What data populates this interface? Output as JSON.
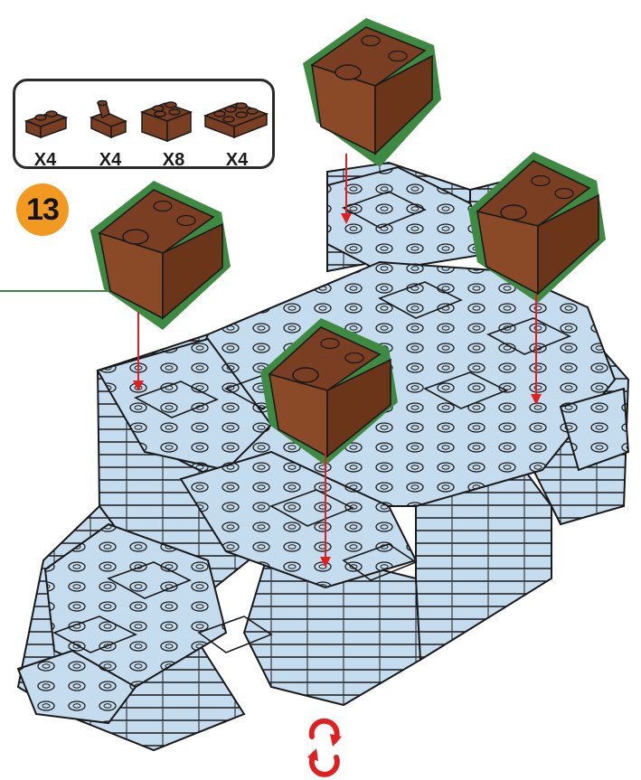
{
  "step": {
    "number": "13"
  },
  "parts_list": {
    "items": [
      {
        "icon": "brick-1x2-icon",
        "quantity": "X4"
      },
      {
        "icon": "slope-brick-icon",
        "quantity": "X4"
      },
      {
        "icon": "brick-2x2-icon",
        "quantity": "X8"
      },
      {
        "icon": "brick-2x4-icon",
        "quantity": "X4"
      }
    ]
  },
  "colors": {
    "brick_brown": "#7a3f22",
    "brick_light_blue": "#c5dcef",
    "outline": "#1a1a1a",
    "highlight_green": "#3e8a43",
    "arrow_red": "#e02020",
    "badge_orange": "#f29a1f"
  },
  "rotate_indicator": {
    "icon": "rotate-model-icon"
  }
}
